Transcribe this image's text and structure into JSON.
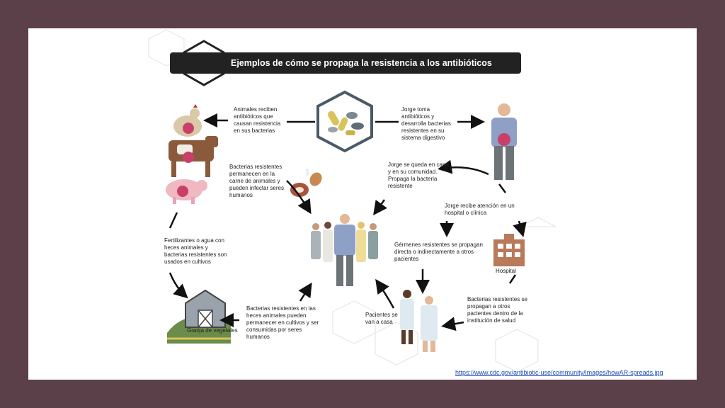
{
  "title": "Ejemplos de cómo se propaga la resistencia a los antibióticos",
  "source_url": "https://www.cdc.gov/antibiotic-use/community/images/howAR-spreads.jpg",
  "labels": {
    "animals_receive": "Animales reciben antibióticos que causan resistencia en sus bacterias",
    "jorge_takes": "Jorge toma antibióticos y desarrolla bacterias resistentes en su sistema digestivo",
    "meat_bacteria": "Bacterias resistentes permanecen en la carne de animales y pueden infectar seres humanos",
    "jorge_home": "Jorge se queda en casa y en su comunidad. Propaga la bacteria resistente",
    "jorge_hospital": "Jorge recibe atención en un hospital o clínica",
    "fertilizers": "Fertilizantes o agua con heces animales y bacterias resistentes son usados en cultivos",
    "germs_spread": "Gérmenes resistentes se propagan directa o indirectamente a otros pacientes",
    "hospital": "Hospital",
    "farm": "Granja de vegetales",
    "feces_bacteria": "Bacterias resistentes en las heces animales pueden permanecer en cultivos y ser consumidas por seres humanos",
    "patients_home": "Pacientes se van a casa",
    "institution_spread": "Bacterias resistentes se propagan a otros pacientes dentro de la institución de salud"
  },
  "colors": {
    "frame": "#5b4049",
    "banner": "#222222",
    "hex_outline": "#4a5a66",
    "arrow": "#111111",
    "bacteria": "#c8406a",
    "hospital": "#b87a5a",
    "farm_green": "#6b8c4a"
  },
  "icons": [
    "pills-icon",
    "chicken-icon",
    "cow-icon",
    "pig-icon",
    "meat-icon",
    "man-icon",
    "crowd-icon",
    "hospital-icon",
    "patients-icon",
    "farm-icon"
  ]
}
